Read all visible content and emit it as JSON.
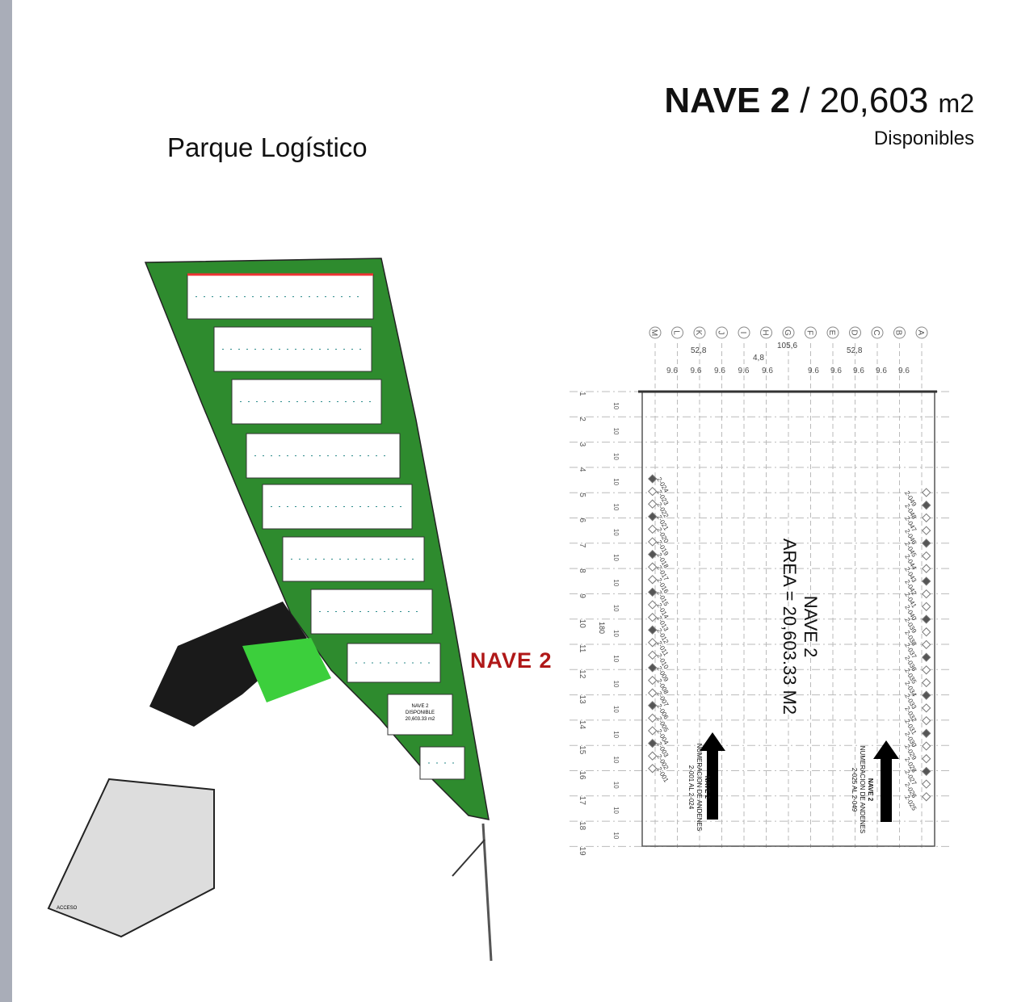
{
  "header": {
    "title_bold": "NAVE 2",
    "separator": "/",
    "area": "20,603",
    "unit": "m2",
    "status": "Disponibles"
  },
  "park_title": "Parque Logístico",
  "site_plan": {
    "callout": "NAVE 2",
    "building_label": [
      "NAVE 2",
      "DISPONIBLE",
      "20,603.33 m2"
    ],
    "access_label": "ACCESO"
  },
  "floor_plan": {
    "columns": [
      "M",
      "L",
      "K",
      "J",
      "I",
      "H",
      "G",
      "F",
      "E",
      "D",
      "C",
      "B",
      "A"
    ],
    "total_width": "105,6",
    "half_widths": [
      "52,8",
      "52,8"
    ],
    "gap": "4,8",
    "bay_widths": [
      "9.6",
      "9.6",
      "9.6",
      "9.6",
      "9.6",
      "9.6",
      "9.6",
      "9.6",
      "9.6",
      "9.6"
    ],
    "rows": [
      "1",
      "2",
      "3",
      "4",
      "5",
      "6",
      "7",
      "8",
      "9",
      "10",
      "11",
      "12",
      "13",
      "14",
      "15",
      "16",
      "17",
      "18",
      "19"
    ],
    "row_spacing": "10",
    "total_length": "180",
    "name": "NAVE 2",
    "area": "AREA = 20,603.33 M2",
    "left_docks": [
      "2-024",
      "2-023",
      "2-022",
      "2-021",
      "2-020",
      "2-019",
      "2-018",
      "2-017",
      "2-016",
      "2-015",
      "2-014",
      "2-013",
      "2-012",
      "2-011",
      "2-010",
      "2-009",
      "2-008",
      "2-007",
      "2-006",
      "2-005",
      "2-004",
      "2-003",
      "2-002",
      "2-001"
    ],
    "right_docks": [
      "2-049",
      "2-048",
      "2-047",
      "2-046",
      "2-045",
      "2-044",
      "2-043",
      "2-042",
      "2-041",
      "2-040",
      "2-039",
      "2-038",
      "2-037",
      "2-036",
      "2-035",
      "2-034",
      "2-033",
      "2-032",
      "2-031",
      "2-030",
      "2-029",
      "2-028",
      "2-027",
      "2-026",
      "2-025"
    ],
    "left_note": {
      "title": "NAVE 2",
      "line1": "NUMERACION DE ANDENES",
      "line2": "2-001 AL 2-024"
    },
    "right_note": {
      "title": "NAVE 2",
      "line1": "NUMERACION DE ANDENES",
      "line2": "2-025 AL 2-049"
    }
  }
}
